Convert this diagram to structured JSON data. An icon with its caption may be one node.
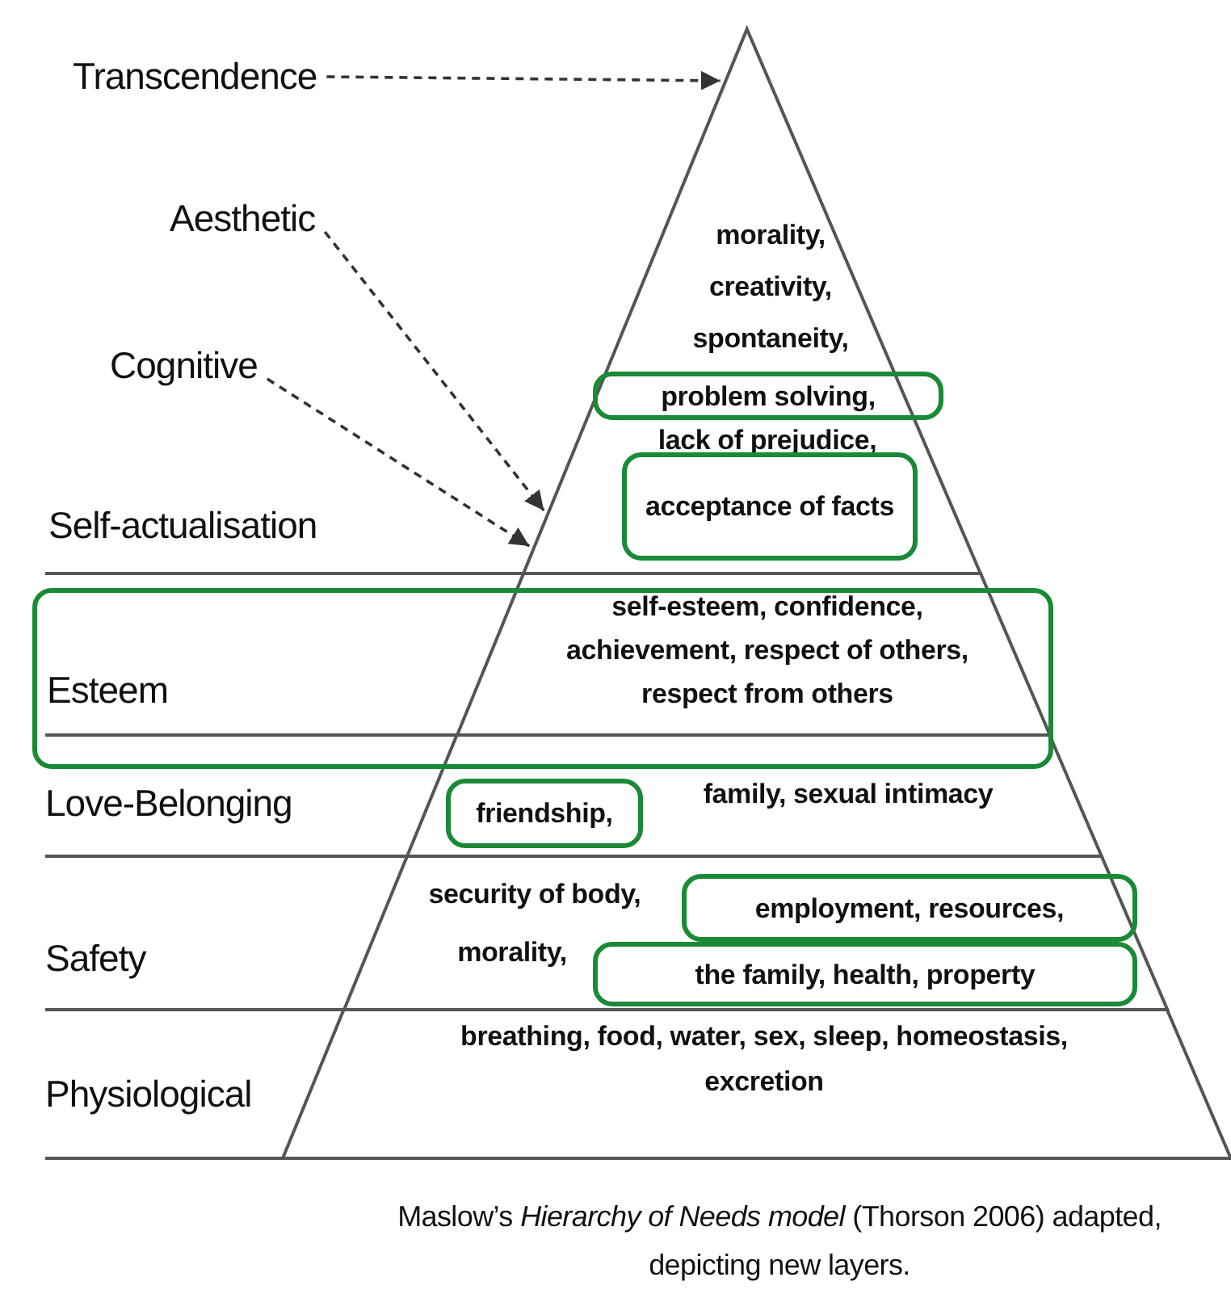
{
  "diagram": {
    "caption": "Maslow’s *Hierarchy of Needs model* (Thorson 2006) adapted, depicting new layers.",
    "nodes": [
      {
        "text": [
          "Transcendence"
        ]
      },
      {
        "text": [
          "Aesthetic"
        ]
      },
      {
        "text": [
          "Cognitive"
        ]
      },
      {
        "text": [
          "morality, creativity, spontaneity,",
          "lack of prejudice,"
        ]
      },
      {
        "text": [
          "problem solving,"
        ],
        "in": 3
      },
      {
        "text": [
          "acceptance of facts"
        ],
        "in": 3
      },
      {
        "text": [
          "Esteem"
        ]
      },
      {
        "text": [
          "self-esteem, confidence, achievement, respect of others, respect from others"
        ]
      },
      {
        "text": [
          "family, sexual intimacy"
        ]
      },
      {
        "text": [
          "friendship,"
        ],
        "in": 8
      },
      {
        "text": [
          "security of body,",
          "morality,"
        ]
      },
      {
        "text": [
          "employment, resources,"
        ],
        "in": 10
      },
      {
        "text": [
          "the family, health, property"
        ],
        "in": 10
      },
      {
        "text": [
          "breathing, food, water, sex, sleep, homeostasis, excretion"
        ]
      }
    ],
    "labels": [
      "Self-actualisation",
      "Love-Belonging",
      "Safety",
      "Physiological"
    ],
    "edges": [
      {
        "from": 0,
        "to": 3,
        "arrow": "to",
        "style": "dashed"
      },
      {
        "from": 1,
        "to": 3,
        "arrow": "to",
        "style": "dashed"
      },
      {
        "from": 2,
        "to": 3,
        "arrow": "to",
        "style": "dashed"
      }
    ]
  }
}
